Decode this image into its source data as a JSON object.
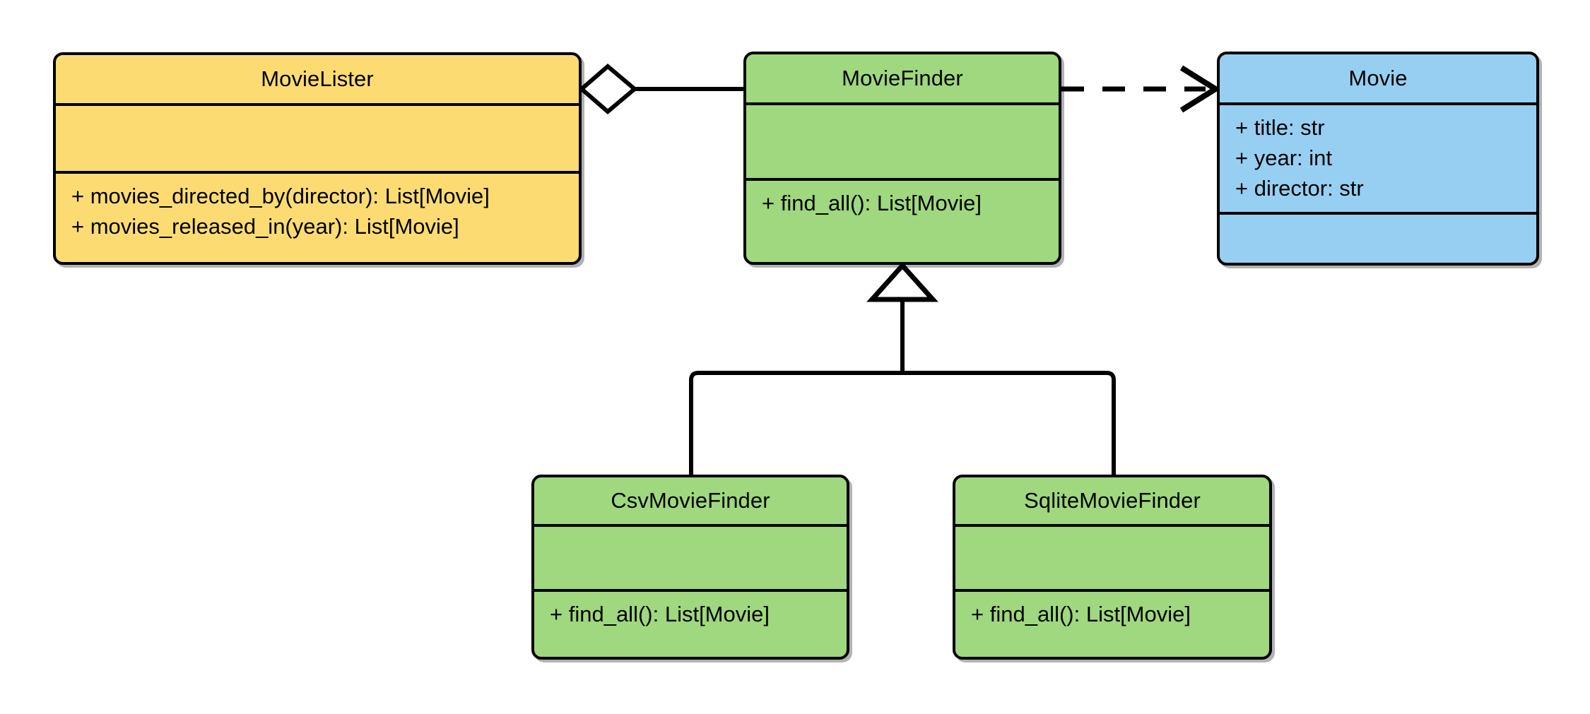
{
  "diagram": {
    "type": "uml-class-diagram",
    "background_color": "#ffffff",
    "line_color": "#000000"
  },
  "classes": [
    {
      "id": "movielister",
      "name": "MovieLister",
      "fill": "#fcdc72",
      "attributes": [],
      "methods": [
        "+ movies_directed_by(director): List[Movie]",
        "+ movies_released_in(year): List[Movie]"
      ]
    },
    {
      "id": "moviefinder",
      "name": "MovieFinder",
      "fill": "#9fd87e",
      "attributes": [],
      "methods": [
        "+ find_all(): List[Movie]"
      ]
    },
    {
      "id": "movie",
      "name": "Movie",
      "fill": "#97cff2",
      "attributes": [
        "+ title: str",
        "+ year: int",
        "+ director: str"
      ],
      "methods": []
    },
    {
      "id": "csvmoviefinder",
      "name": "CsvMovieFinder",
      "fill": "#9fd87e",
      "attributes": [],
      "methods": [
        "+ find_all(): List[Movie]"
      ]
    },
    {
      "id": "sqlitemoviefinder",
      "name": "SqliteMovieFinder",
      "fill": "#9fd87e",
      "attributes": [],
      "methods": [
        "+ find_all(): List[Movie]"
      ]
    }
  ],
  "relationships": [
    {
      "id": "rel-aggregation",
      "kind": "aggregation",
      "source": "MovieLister",
      "target": "MovieFinder",
      "line_style": "solid",
      "source_marker": "hollow-diamond",
      "target_marker": "none",
      "label": ""
    },
    {
      "id": "rel-dependency",
      "kind": "dependency",
      "source": "MovieFinder",
      "target": "Movie",
      "line_style": "dashed",
      "source_marker": "none",
      "target_marker": "open-arrow",
      "label": ""
    },
    {
      "id": "rel-inherit-csv",
      "kind": "generalization",
      "source": "CsvMovieFinder",
      "target": "MovieFinder",
      "line_style": "solid",
      "source_marker": "none",
      "target_marker": "hollow-triangle",
      "label": ""
    },
    {
      "id": "rel-inherit-sqlite",
      "kind": "generalization",
      "source": "SqliteMovieFinder",
      "target": "MovieFinder",
      "line_style": "solid",
      "source_marker": "none",
      "target_marker": "hollow-triangle",
      "label": ""
    }
  ]
}
